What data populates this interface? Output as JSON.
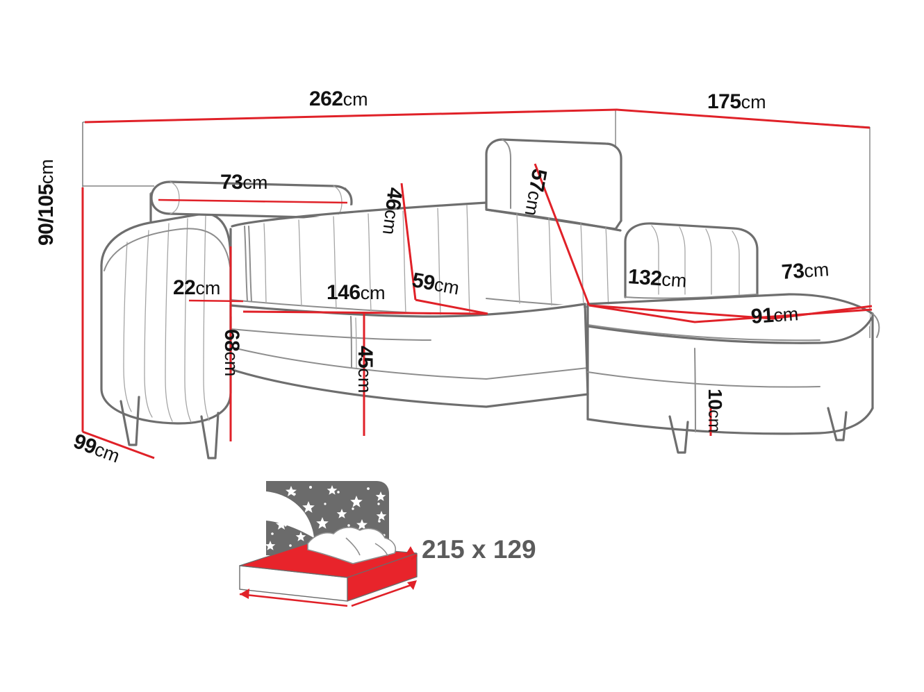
{
  "figure": {
    "kind": "furniture-dimension-drawing",
    "subject": "corner sofa bed",
    "unit_suffix": "cm",
    "colors": {
      "dimension_line": "#e02128",
      "outline": "#6e6e6e",
      "outline_light": "#9a9a9a",
      "label_text": "#121212",
      "bed_label_text": "#5b5b5b",
      "bed_sky": "#6b6b6b",
      "bed_mattress": "#e8242b",
      "bed_linen": "#ffffff"
    }
  },
  "dimensions": {
    "overall_width": {
      "value": "262",
      "unit": "cm",
      "name": "overall-width"
    },
    "overall_depth_right": {
      "value": "175",
      "unit": "cm",
      "name": "chaise-depth"
    },
    "overall_height": {
      "value": "90/105",
      "unit": "cm",
      "name": "overall-height"
    },
    "overall_depth_left": {
      "value": "99",
      "unit": "cm",
      "name": "sofa-depth"
    },
    "headrest_width": {
      "value": "73",
      "unit": "cm",
      "name": "bolster-width"
    },
    "backrest_height": {
      "value": "46",
      "unit": "cm",
      "name": "backrest-height"
    },
    "headrest_height": {
      "value": "57",
      "unit": "cm",
      "name": "headrest-height"
    },
    "armrest_width": {
      "value": "22",
      "unit": "cm",
      "name": "armrest-width"
    },
    "armrest_height": {
      "value": "68",
      "unit": "cm",
      "name": "armrest-height"
    },
    "seat_width": {
      "value": "146",
      "unit": "cm",
      "name": "seat-width"
    },
    "seat_depth": {
      "value": "59",
      "unit": "cm",
      "name": "seat-depth"
    },
    "seat_height": {
      "value": "45",
      "unit": "cm",
      "name": "seat-height"
    },
    "chaise_length": {
      "value": "132",
      "unit": "cm",
      "name": "chaise-length"
    },
    "chaise_seat_depth_top": {
      "value": "73",
      "unit": "cm",
      "name": "chaise-seat-depth"
    },
    "chaise_seat_width": {
      "value": "91",
      "unit": "cm",
      "name": "chaise-seat-width"
    },
    "leg_height": {
      "value": "10",
      "unit": "cm",
      "name": "leg-height"
    }
  },
  "sleeping_area": {
    "label": "215 x 129",
    "icon": "bed-night-icon"
  }
}
